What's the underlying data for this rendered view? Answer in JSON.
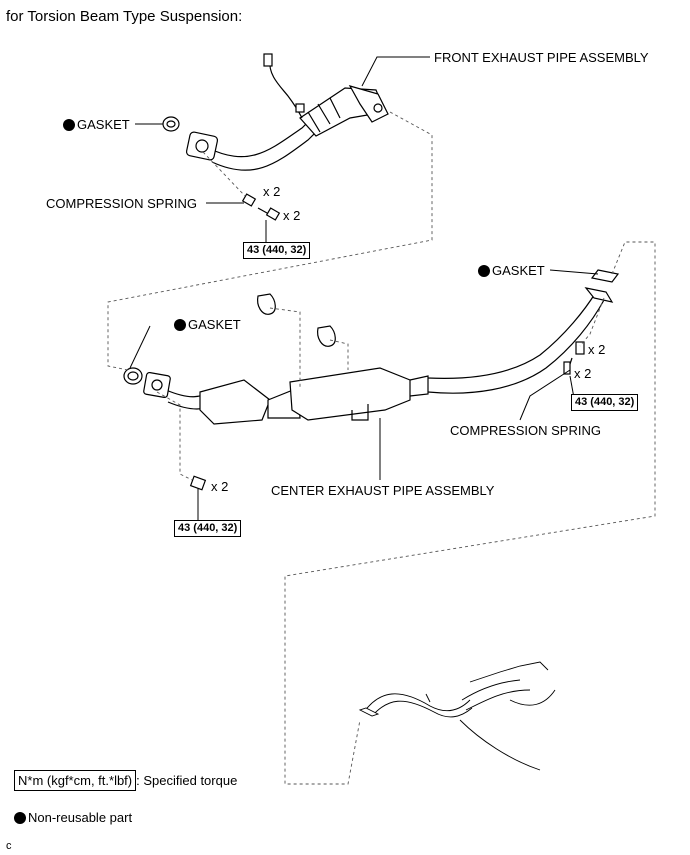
{
  "heading": "for Torsion Beam Type Suspension:",
  "labels": {
    "front_exhaust": "FRONT EXHAUST PIPE ASSEMBLY",
    "center_exhaust": "CENTER EXHAUST PIPE ASSEMBLY",
    "gasket": "GASKET",
    "compression_spring": "COMPRESSION SPRING",
    "x2": "x 2"
  },
  "torque": {
    "spec": "43 (440, 32)"
  },
  "legend": {
    "torque_box": "N*m (kgf*cm, ft.*lbf)",
    "torque_desc": ": Specified torque",
    "non_reusable": "Non-reusable part"
  },
  "footer_code": "c"
}
